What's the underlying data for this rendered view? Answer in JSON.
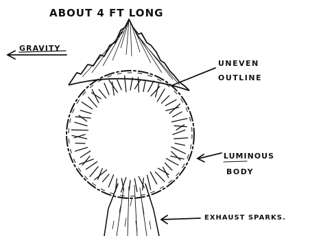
{
  "diagram": {
    "title": "ABOUT 4 FT LONG",
    "labels": {
      "gravity": "GRAVITY",
      "outline_line1": "UNEVEN",
      "outline_line2": "OUTLINE",
      "body_line1": "LUMINOUS",
      "body_line2": "BODY",
      "exhaust": "EXHAUST SPARKS."
    },
    "colors": {
      "ink": "#111111",
      "paper": "#ffffff"
    }
  }
}
